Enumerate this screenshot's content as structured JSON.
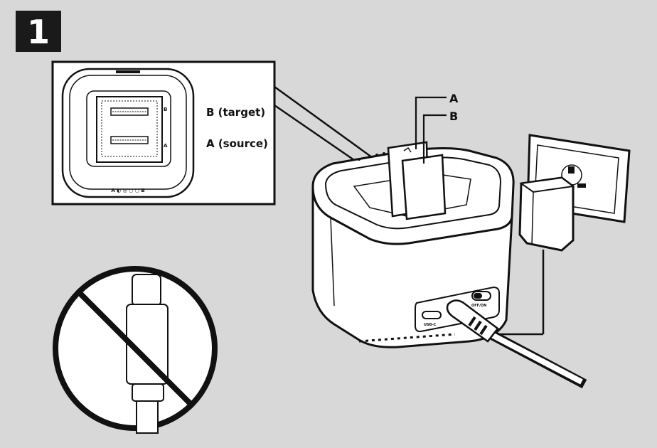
{
  "step": {
    "number": "1"
  },
  "callout": {
    "label_b": "B (target)",
    "label_a": "A (source)",
    "dock_marks": {
      "b": "B",
      "a": "A"
    },
    "bottom_marks": "A  ◐  ◎  ○  ○  B"
  },
  "cards": {
    "label_a": "A",
    "label_b": "B"
  },
  "ports": {
    "usbc_label": "USB-C",
    "switch_label": "OFF/ON"
  },
  "colors": {
    "background": "#d8d8d8",
    "line": "#111111",
    "step_badge": "#1a1a1a",
    "step_text": "#ffffff"
  }
}
